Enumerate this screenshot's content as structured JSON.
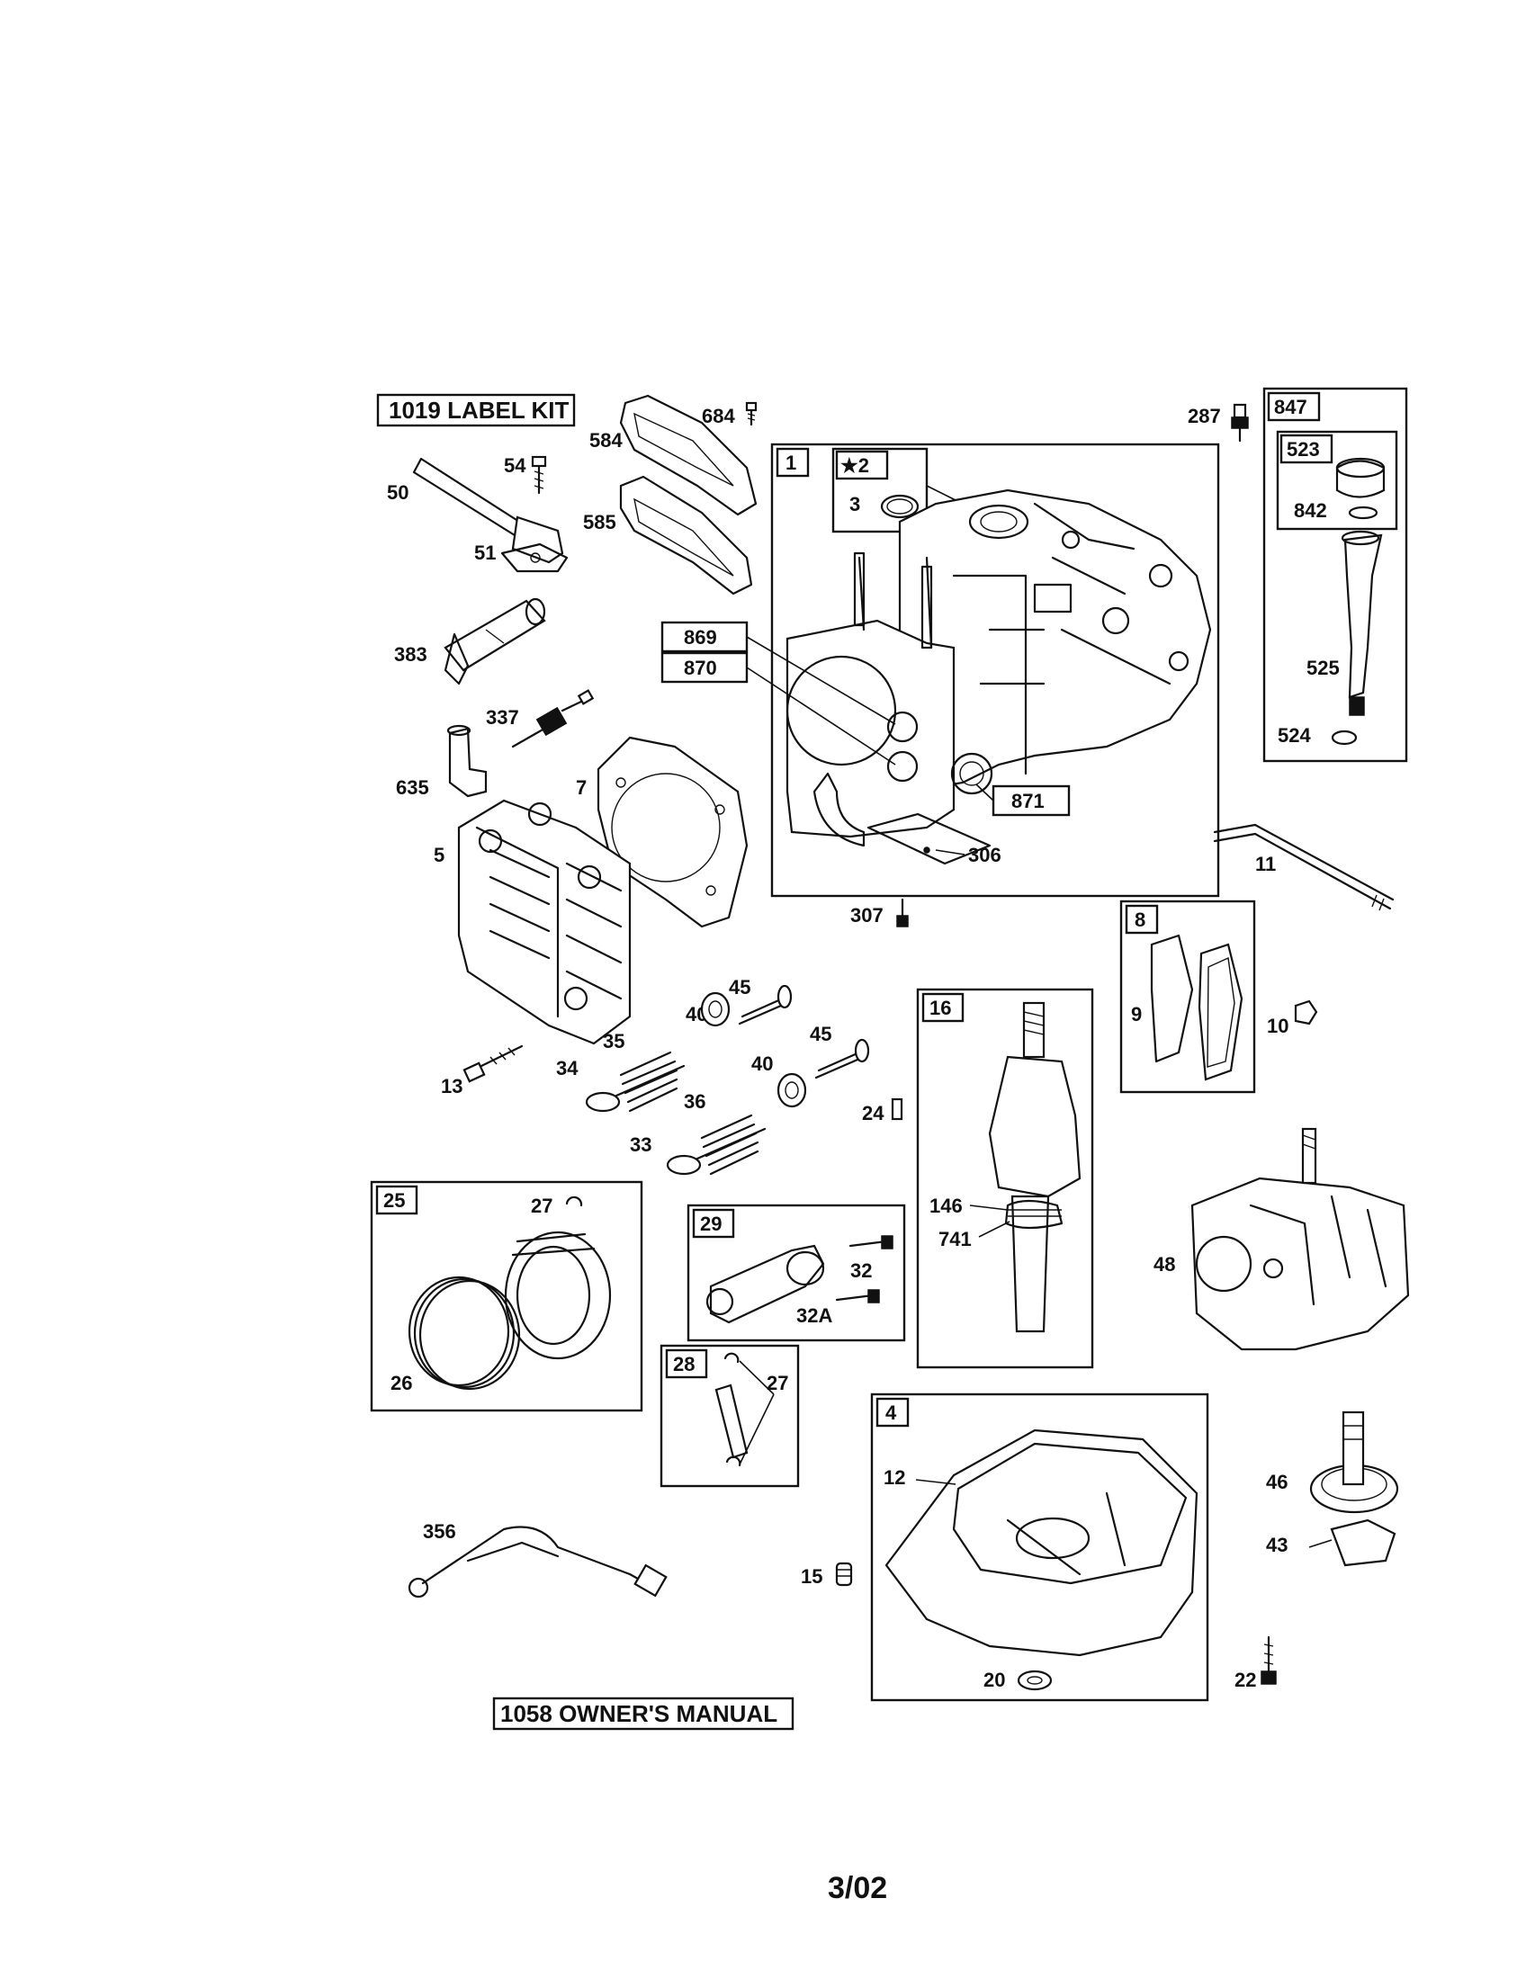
{
  "kits": {
    "label_kit": "1019 LABEL KIT",
    "owners_manual": "1058 OWNER'S MANUAL"
  },
  "boxes": {
    "b1": "1",
    "b2": "★2",
    "b4": "4",
    "b8": "8",
    "b16": "16",
    "b25": "25",
    "b28": "28",
    "b29": "29",
    "b847": "847",
    "b523": "523",
    "b869": "869",
    "b870": "870",
    "b871": "871"
  },
  "parts": {
    "p3": "3",
    "p5": "5",
    "p7": "7",
    "p9": "9",
    "p10": "10",
    "p11": "11",
    "p12": "12",
    "p13": "13",
    "p15": "15",
    "p20": "20",
    "p22": "22",
    "p24": "24",
    "p26": "26",
    "p27a": "27",
    "p27b": "27",
    "p32": "32",
    "p32a": "32A",
    "p33": "33",
    "p34": "34",
    "p35": "35",
    "p36": "36",
    "p40a": "40",
    "p40b": "40",
    "p43": "43",
    "p45a": "45",
    "p45b": "45",
    "p46": "46",
    "p48": "48",
    "p50": "50",
    "p51": "51",
    "p54": "54",
    "p146": "146",
    "p287": "287",
    "p306": "306",
    "p307": "307",
    "p337": "337",
    "p356": "356",
    "p383": "383",
    "p524": "524",
    "p525": "525",
    "p584": "584",
    "p585": "585",
    "p635": "635",
    "p684": "684",
    "p741": "741",
    "p842": "842"
  },
  "footer": {
    "date_code": "3/02"
  }
}
